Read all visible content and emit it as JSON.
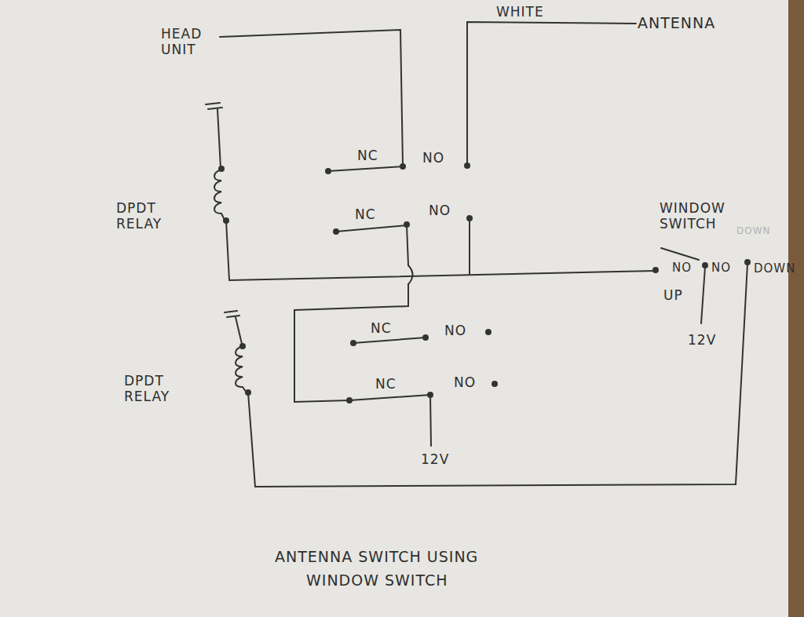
{
  "diagram": {
    "caption": "ANTENNA SWITCH USING WINDOW SWITCH",
    "labels": [
      "HEAD UNIT",
      "WHITE",
      "ANTENNA",
      "DPDT RELAY",
      "NC",
      "NO",
      "NC",
      "NO",
      "WINDOW SWITCH",
      "DOWN",
      "NO",
      "NO",
      "DOWN",
      "UP",
      "12V",
      "DPDT RELAY",
      "NC",
      "NO",
      "NC",
      "NO",
      "12V"
    ]
  }
}
